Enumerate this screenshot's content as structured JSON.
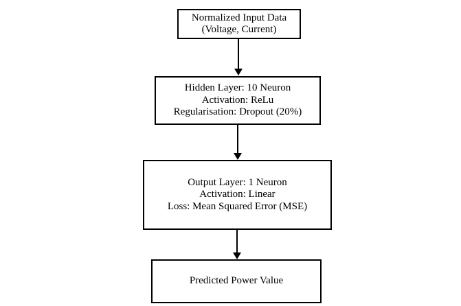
{
  "page": {
    "background_color": "#ffffff"
  },
  "diagram": {
    "type": "flowchart",
    "direction": "top-down",
    "colors": {
      "node_border": "#000000",
      "node_fill": "#ffffff",
      "text": "#000000",
      "arrow": "#000000"
    },
    "nodes": [
      {
        "id": "normalized-input-data",
        "lines": [
          "Normalized Input Data",
          "(Voltage, Current)"
        ]
      },
      {
        "id": "hidden-layer",
        "lines": [
          "Hidden Layer: 10 Neuron",
          "Activation: ReLu",
          "Regularisation: Dropout (20%)"
        ]
      },
      {
        "id": "output-layer",
        "lines": [
          "Output Layer: 1 Neuron",
          "Activation: Linear",
          "Loss: Mean Squared Error (MSE)"
        ]
      },
      {
        "id": "predicted-power-value",
        "lines": [
          "Predicted Power Value"
        ]
      }
    ],
    "edges": [
      {
        "from": "normalized-input-data",
        "to": "hidden-layer",
        "style": "solid-arrow-down"
      },
      {
        "from": "hidden-layer",
        "to": "output-layer",
        "style": "solid-arrow-down"
      },
      {
        "from": "output-layer",
        "to": "predicted-power-value",
        "style": "solid-arrow-down"
      }
    ]
  }
}
